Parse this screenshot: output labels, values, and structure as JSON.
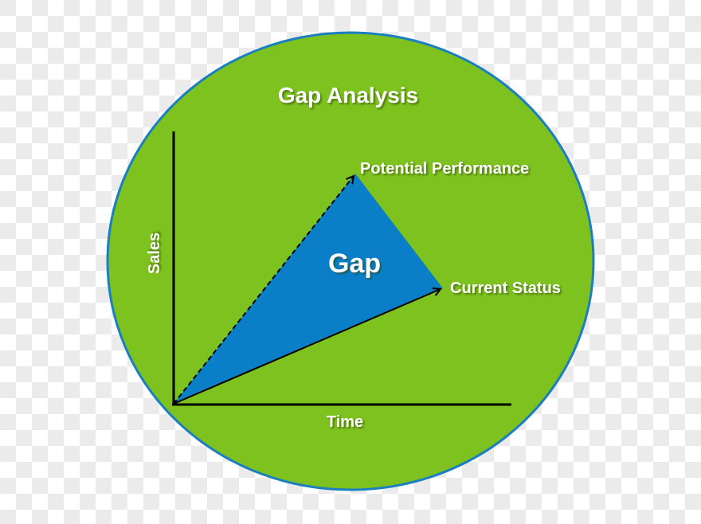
{
  "diagram": {
    "title": "Gap Analysis",
    "axes": {
      "x_label": "Time",
      "y_label": "Sales"
    },
    "labels": {
      "potential": "Potential Performance",
      "current": "Current Status",
      "gap": "Gap"
    },
    "colors": {
      "circle_fill": "#7dc21e",
      "circle_border": "#1a7fc1",
      "gap_fill": "#0a7fc8",
      "axis": "#000000",
      "text": "#ffffff",
      "checker_light": "#ffffff",
      "checker_dark": "#ebebeb"
    },
    "lines": [
      {
        "name": "potential-performance-line",
        "style": "dashed",
        "from": [
          218,
          507
        ],
        "to": [
          446,
          218
        ]
      },
      {
        "name": "current-status-line",
        "style": "solid",
        "from": [
          218,
          507
        ],
        "to": [
          556,
          362
        ]
      }
    ]
  }
}
